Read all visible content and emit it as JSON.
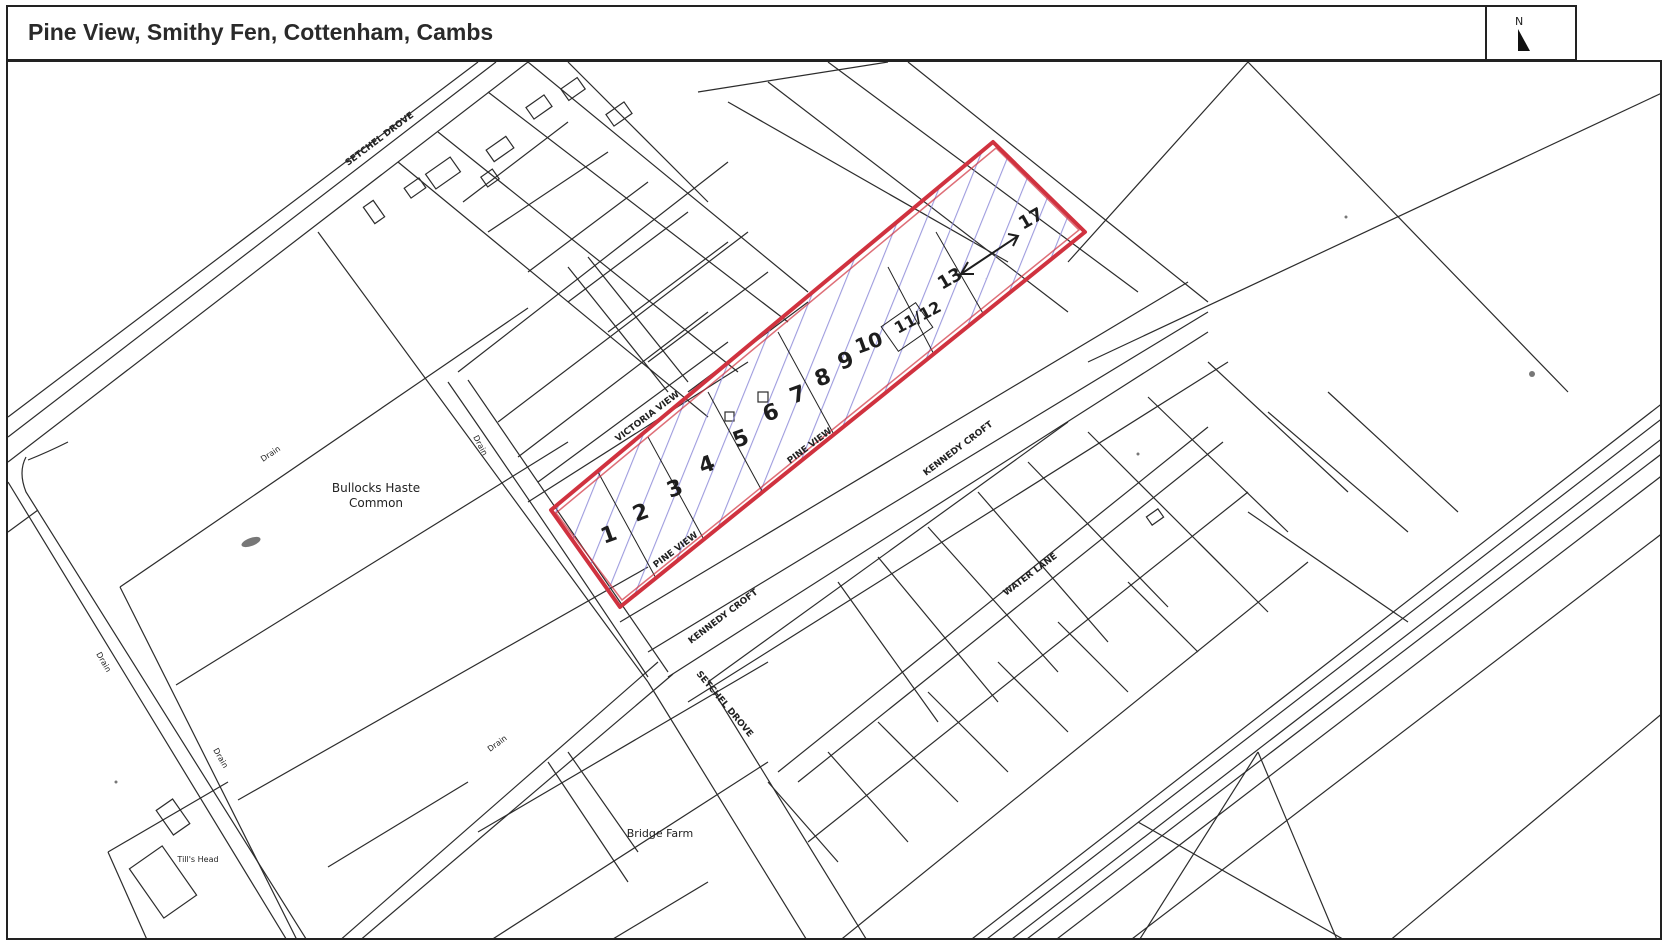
{
  "title": "Pine View, Smithy Fen, Cottenham, Cambs",
  "north_label": "N",
  "colors": {
    "boundary": "#d0323f",
    "hatch": "#8d8ad8",
    "lines": "#2c2c2c"
  },
  "places": {
    "bullocks_line1": "Bullocks Haste",
    "bullocks_line2": "Common",
    "bridge_farm": "Bridge Farm",
    "tills_head": "Till's Head"
  },
  "roads": {
    "setchel_drove": "SETCHEL DROVE",
    "victoria_view": "VICTORIA VIEW",
    "pine_view_upper": "PINE VIEW",
    "pine_view_lower": "PINE VIEW",
    "kennedy_croft": "KENNEDY CROFT",
    "water_lane": "WATER LANE",
    "kennedy_croft_short": "KENNEDY CROFT",
    "setchel_drove_short": "SETCHEL DROVE"
  },
  "drain_label": "Drain",
  "plot_numbers": [
    "1",
    "2",
    "3",
    "4",
    "5",
    "6",
    "7",
    "8",
    "9",
    "10",
    "11/12"
  ],
  "plot_range": {
    "from": "13",
    "to": "17"
  }
}
